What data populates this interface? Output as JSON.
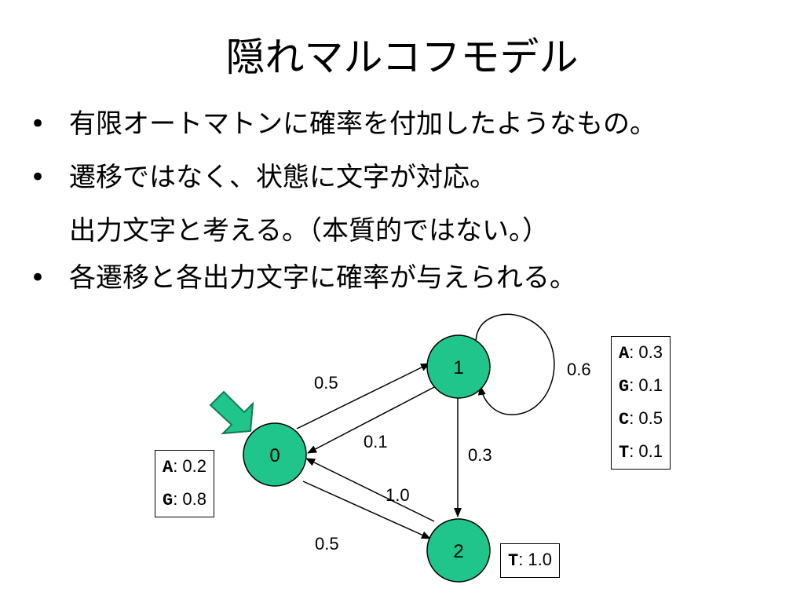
{
  "slide": {
    "title": "隠れマルコフモデル",
    "bullets": [
      {
        "marker": "•",
        "text": "有限オートマトンに確率を付加したようなもの。"
      },
      {
        "marker": "•",
        "text": "遷移ではなく、状態に文字が対応。"
      },
      {
        "marker": "",
        "text": "出力文字と考える。（本質的ではない。）"
      },
      {
        "marker": "•",
        "text": "各遷移と各出力文字に確率が与えられる。"
      }
    ]
  },
  "diagram": {
    "colors": {
      "state_fill": "#1fc58a",
      "start_arrow": "#1fc58a",
      "edge": "#000000"
    },
    "states": [
      {
        "id": "0",
        "label": "0"
      },
      {
        "id": "1",
        "label": "1"
      },
      {
        "id": "2",
        "label": "2"
      }
    ],
    "transitions": [
      {
        "from": "0",
        "to": "1",
        "label": "0.5"
      },
      {
        "from": "1",
        "to": "0",
        "label": "0.1"
      },
      {
        "from": "1",
        "to": "1",
        "label": "0.6"
      },
      {
        "from": "1",
        "to": "2",
        "label": "0.3"
      },
      {
        "from": "0",
        "to": "2",
        "label": "0.5"
      },
      {
        "from": "2",
        "to": "0",
        "label": "1.0"
      }
    ],
    "start_state": "0",
    "emissions": {
      "0": [
        {
          "symbol": "A",
          "prob": ": 0.2"
        },
        {
          "symbol": "G",
          "prob": ": 0.8"
        }
      ],
      "1": [
        {
          "symbol": "A",
          "prob": ": 0.3"
        },
        {
          "symbol": "G",
          "prob": ": 0.1"
        },
        {
          "symbol": "C",
          "prob": ": 0.5"
        },
        {
          "symbol": "T",
          "prob": ": 0.1"
        }
      ],
      "2": [
        {
          "symbol": "T",
          "prob": ": 1.0"
        }
      ]
    }
  }
}
